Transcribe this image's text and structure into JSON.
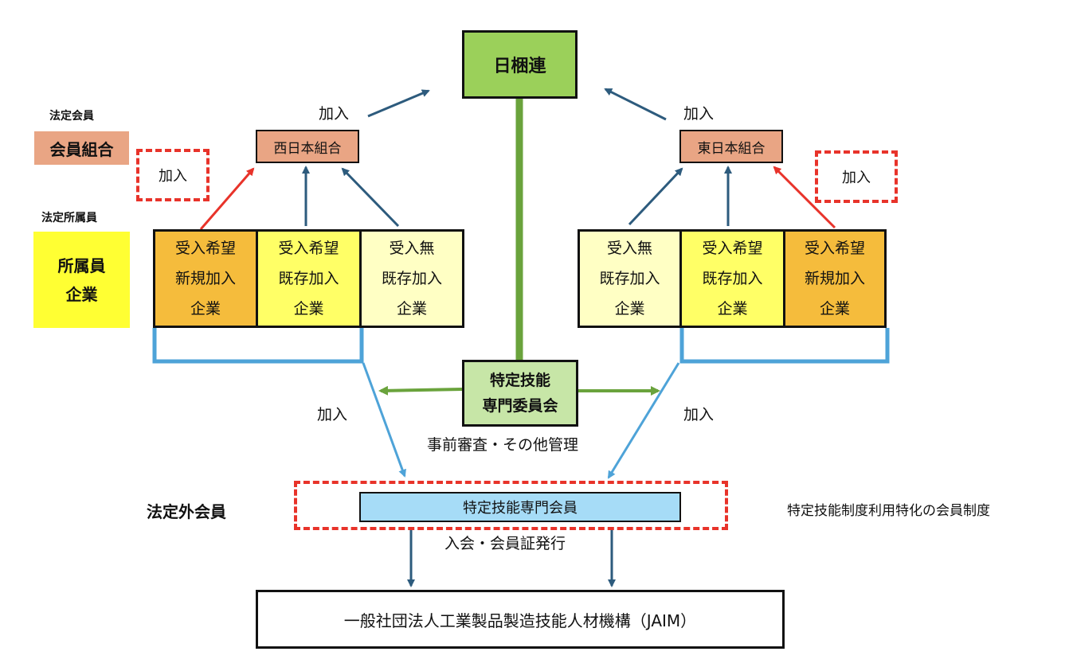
{
  "colors": {
    "green": "#9bd05a",
    "green_line": "#6aa33c",
    "green_light": "#c7e6a7",
    "salmon": "#e9a584",
    "yellow": "#ffff33",
    "orange": "#f5bc3c",
    "yellow_mid": "#ffff66",
    "yellow_pale": "#ffffc4",
    "blue_box": "#a6dcf7",
    "blue_line": "#4ea3d8",
    "navy_arrow": "#2d5b7d",
    "red": "#e8332a"
  },
  "top": {
    "title": "日梱連"
  },
  "left_side": {
    "hotei_kaiin": "法定会員",
    "kaiin_kumiai": "会員組合",
    "hotei_shozokuin": "法定所属員",
    "shozokuin_line1": "所属員",
    "shozokuin_line2": "企業"
  },
  "west": {
    "union": "西日本組合",
    "join_label": "加入",
    "dashed_join": "加入",
    "companies": [
      {
        "l1": "受入希望",
        "l2": "新規加入",
        "l3": "企業"
      },
      {
        "l1": "受入希望",
        "l2": "既存加入",
        "l3": "企業"
      },
      {
        "l1": "受入無",
        "l2": "既存加入",
        "l3": "企業"
      }
    ],
    "lower_join": "加入"
  },
  "east": {
    "union": "東日本組合",
    "join_label": "加入",
    "dashed_join": "加入",
    "companies": [
      {
        "l1": "受入無",
        "l2": "既存加入",
        "l3": "企業"
      },
      {
        "l1": "受入希望",
        "l2": "既存加入",
        "l3": "企業"
      },
      {
        "l1": "受入希望",
        "l2": "新規加入",
        "l3": "企業"
      }
    ],
    "lower_join": "加入"
  },
  "committee": {
    "line1": "特定技能",
    "line2": "専門委員会",
    "caption": "事前審査・その他管理"
  },
  "non_statutory": {
    "label": "法定外会員",
    "member_box": "特定技能専門会員",
    "caption": "入会・会員証発行",
    "side_note": "特定技能制度利用特化の会員制度"
  },
  "jaim": {
    "label": "一般社団法人工業製品製造技能人材機構（JAIM）"
  }
}
